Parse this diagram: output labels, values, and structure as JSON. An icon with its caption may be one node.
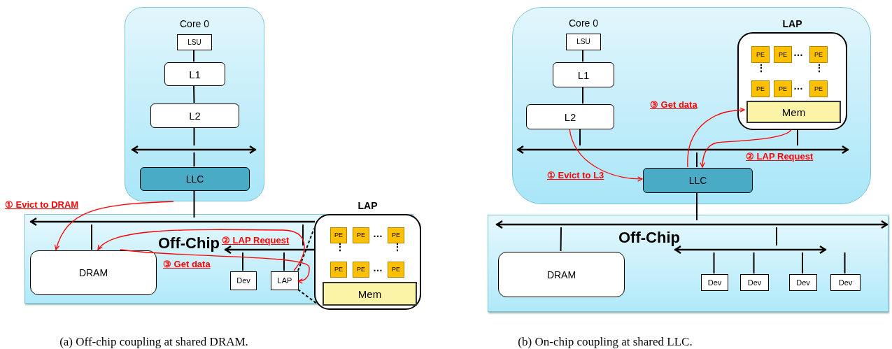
{
  "diagram": {
    "nodes": [
      {
        "text": [
          "Core 0"
        ]
      },
      {
        "text": [
          "LSU"
        ],
        "in": 0
      },
      {
        "text": [
          "L1"
        ],
        "in": 0
      },
      {
        "text": [
          "L2"
        ],
        "in": 0
      },
      {
        "text": [],
        "shape": "bar",
        "in": 0
      },
      {
        "text": [
          "LLC"
        ],
        "in": 0
      },
      {
        "text": [
          "Off-Chip"
        ]
      },
      {
        "text": [],
        "shape": "bar",
        "in": 6
      },
      {
        "text": [
          "DRAM"
        ],
        "in": 6
      },
      {
        "text": [],
        "shape": "bar",
        "in": 6
      },
      {
        "text": [
          "Dev"
        ],
        "in": 6
      },
      {
        "text": [
          "LAP"
        ],
        "in": 6
      },
      {
        "text": [
          "LAP"
        ]
      },
      {
        "text": [
          "PE"
        ],
        "in": 12
      },
      {
        "text": [
          "PE"
        ],
        "in": 12
      },
      {
        "text": [
          "PE"
        ],
        "in": 12
      },
      {
        "text": [
          "PE"
        ],
        "in": 12
      },
      {
        "text": [
          "PE"
        ],
        "in": 12
      },
      {
        "text": [
          "PE"
        ],
        "in": 12
      },
      {
        "text": [
          "Mem"
        ],
        "in": 12
      },
      {
        "text": [],
        "shape": "box"
      },
      {
        "text": [
          "LSU"
        ],
        "in": 20,
        "beside": [
          "Core 0"
        ]
      },
      {
        "text": [
          "L1"
        ],
        "in": 20
      },
      {
        "text": [
          "L2"
        ],
        "in": 20
      },
      {
        "text": [],
        "shape": "bar",
        "in": 20
      },
      {
        "text": [
          "LLC"
        ],
        "in": 20
      },
      {
        "text": [
          "LAP"
        ],
        "in": 20
      },
      {
        "text": [
          "PE"
        ],
        "in": 26
      },
      {
        "text": [
          "PE"
        ],
        "in": 26
      },
      {
        "text": [
          "PE"
        ],
        "in": 26
      },
      {
        "text": [
          "PE"
        ],
        "in": 26
      },
      {
        "text": [
          "PE"
        ],
        "in": 26
      },
      {
        "text": [
          "PE"
        ],
        "in": 26
      },
      {
        "text": [
          "Mem"
        ],
        "in": 26
      },
      {
        "text": [
          "Off-Chip"
        ]
      },
      {
        "text": [],
        "shape": "bar",
        "in": 34
      },
      {
        "text": [
          "DRAM"
        ],
        "in": 34
      },
      {
        "text": [],
        "shape": "bar",
        "in": 34
      },
      {
        "text": [
          "Dev"
        ],
        "in": 34
      },
      {
        "text": [
          "Dev"
        ],
        "in": 34
      },
      {
        "text": [
          "Dev"
        ],
        "in": 34
      },
      {
        "text": [
          "Dev"
        ],
        "in": 34
      }
    ],
    "edges": [
      {
        "from": 1,
        "to": 2,
        "arrow": "none"
      },
      {
        "from": 2,
        "to": 3,
        "arrow": "none"
      },
      {
        "from": 3,
        "to": 4,
        "arrow": "none"
      },
      {
        "from": 4,
        "to": 5,
        "arrow": "none"
      },
      {
        "from": 5,
        "to": 7,
        "arrow": "none"
      },
      {
        "from": 7,
        "to": 8,
        "arrow": "none"
      },
      {
        "from": 7,
        "to": 9,
        "arrow": "none"
      },
      {
        "from": 9,
        "to": 10,
        "arrow": "none"
      },
      {
        "from": 9,
        "to": 11,
        "arrow": "none"
      },
      {
        "from": 11,
        "to": 12,
        "arrow": "none",
        "style": "dashed"
      },
      {
        "from": 11,
        "to": 12,
        "arrow": "none",
        "style": "dashed"
      },
      {
        "from": 0,
        "to": 8,
        "arrow": "to",
        "label": "① Evict to DRAM",
        "color": "#ff0000"
      },
      {
        "from": 11,
        "to": 8,
        "arrow": "to",
        "label": "② LAP Request",
        "color": "#ff0000"
      },
      {
        "from": 8,
        "to": 11,
        "arrow": "to",
        "label": "③ Get data",
        "color": "#ff0000"
      },
      {
        "from": 21,
        "to": 22,
        "arrow": "none"
      },
      {
        "from": 22,
        "to": 23,
        "arrow": "none"
      },
      {
        "from": 23,
        "to": 24,
        "arrow": "none"
      },
      {
        "from": 26,
        "to": 24,
        "arrow": "none"
      },
      {
        "from": 24,
        "to": 25,
        "arrow": "none"
      },
      {
        "from": 25,
        "to": 35,
        "arrow": "none"
      },
      {
        "from": 35,
        "to": 36,
        "arrow": "none"
      },
      {
        "from": 35,
        "to": 37,
        "arrow": "none"
      },
      {
        "from": 37,
        "to": 38,
        "arrow": "none"
      },
      {
        "from": 37,
        "to": 39,
        "arrow": "none"
      },
      {
        "from": 37,
        "to": 40,
        "arrow": "none"
      },
      {
        "from": 37,
        "to": 41,
        "arrow": "none"
      },
      {
        "from": 23,
        "to": 25,
        "arrow": "to",
        "label": "① Evict to L3",
        "color": "#ff0000"
      },
      {
        "from": 26,
        "to": 25,
        "arrow": "to",
        "label": "② LAP Request",
        "color": "#ff0000"
      },
      {
        "from": 25,
        "to": 33,
        "arrow": "to",
        "label": "③ Get data",
        "color": "#ff0000"
      }
    ],
    "labels": [
      "…",
      "⋮",
      "⋮",
      "…",
      "…",
      "⋮",
      "⋮",
      "…",
      "(a) Off-chip coupling at shared DRAM.",
      "(b) On-chip coupling at shared LLC."
    ]
  }
}
